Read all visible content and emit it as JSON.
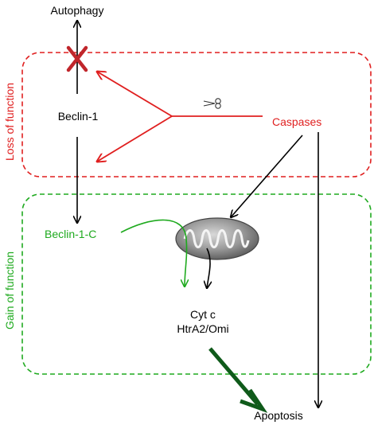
{
  "labels": {
    "autophagy": "Autophagy",
    "beclin1": "Beclin-1",
    "caspases": "Caspases",
    "beclin1c": "Beclin-1-C",
    "cytc": "Cyt c",
    "htra2": "HtrA2/Omi",
    "apoptosis": "Apoptosis",
    "loss_of_function": "Loss of function",
    "gain_of_function": "Gain of function"
  },
  "colors": {
    "loss": "#e01f1f",
    "gain": "#1faa1f",
    "arrow": "#000000",
    "inhibit_x": "#c0262b",
    "mito_fill": "#8a8a8a",
    "apoptosis_arrow": "#0f5a1a"
  },
  "icons": {
    "cleavage": "scissors-icon",
    "mitochondrion": "mitochondrion-icon",
    "block": "x-mark-icon"
  }
}
